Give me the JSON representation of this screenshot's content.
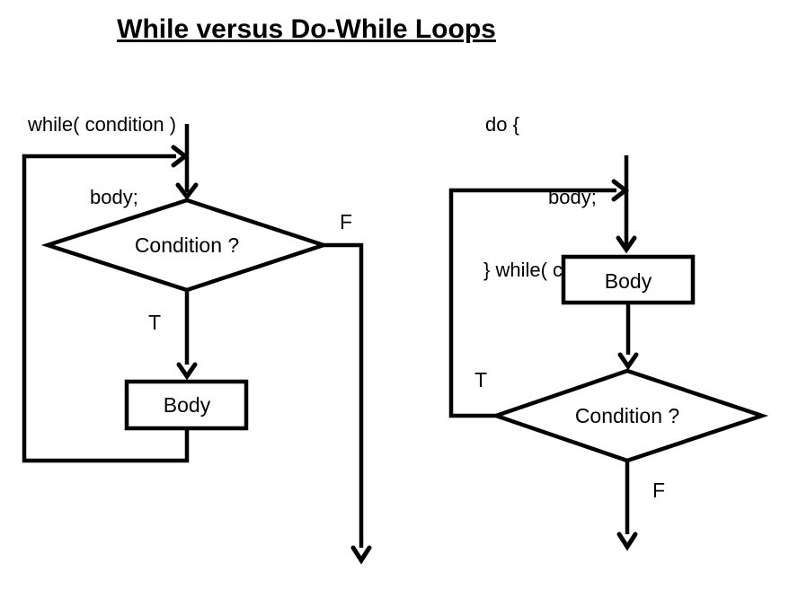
{
  "title": "While versus Do-While Loops",
  "while_loop": {
    "code": [
      "while( condition )",
      "body;"
    ],
    "condition_label": "Condition ?",
    "body_label": "Body",
    "true_label": "T",
    "false_label": "F"
  },
  "do_while_loop": {
    "code": [
      "do {",
      "body;",
      "} while( condition );"
    ],
    "condition_label": "Condition ?",
    "body_label": "Body",
    "true_label": "T",
    "false_label": "F"
  },
  "colors": {
    "ink": "#000000",
    "background": "#ffffff"
  }
}
